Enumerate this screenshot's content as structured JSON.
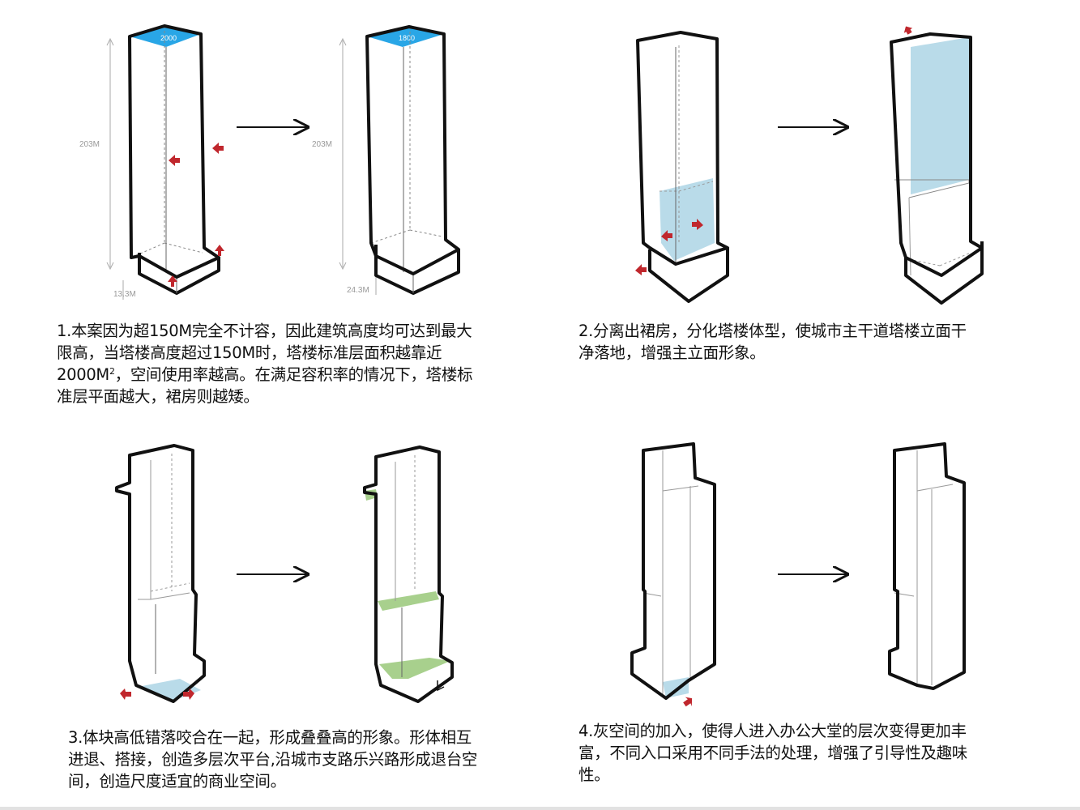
{
  "labels": {
    "area_before": "2000",
    "area_after": "1800",
    "tower_height_1": "203M",
    "tower_height_2": "203M",
    "podium_height_1": "13.3M",
    "podium_height_2": "24.3M"
  },
  "captions": {
    "c1_line1": "1.本案因为超150M完全不计容，因此建筑高度均可达到最大",
    "c1_line2": "限高，当塔楼高度超过150M时，塔楼标准层面积越靠近",
    "c1_line3a": "2000M",
    "c1_sup": "2",
    "c1_line3b": "，空间使用率越高。在满足容积率的情况下，塔楼标",
    "c1_line4": "准层平面越大，裙房则越矮。",
    "c2_line1": "2.分离出裙房，分化塔楼体型，使城市主干道塔楼立面干",
    "c2_line2": "净落地，增强主立面形象。",
    "c3_line1": "3.体块高低错落咬合在一起，形成叠叠高的形象。形体相互",
    "c3_line2": "进退、搭接，创造多层次平台,沿城市支路乐兴路形成退台空",
    "c3_line3": "间，创造尺度适宜的商业空间。",
    "c4_line1": "4.灰空间的加入，使得人进入办公大堂的层次变得更加丰",
    "c4_line2": "富，不同入口采用不同手法的处理，增强了引导性及趣味",
    "c4_line3": "性。"
  },
  "colors": {
    "roof_blue": "#29a6e6",
    "glass_blue": "#b9dbe9",
    "platform_green": "#a8d08d",
    "arrow_red": "#c0272d",
    "outline": "#111111"
  }
}
